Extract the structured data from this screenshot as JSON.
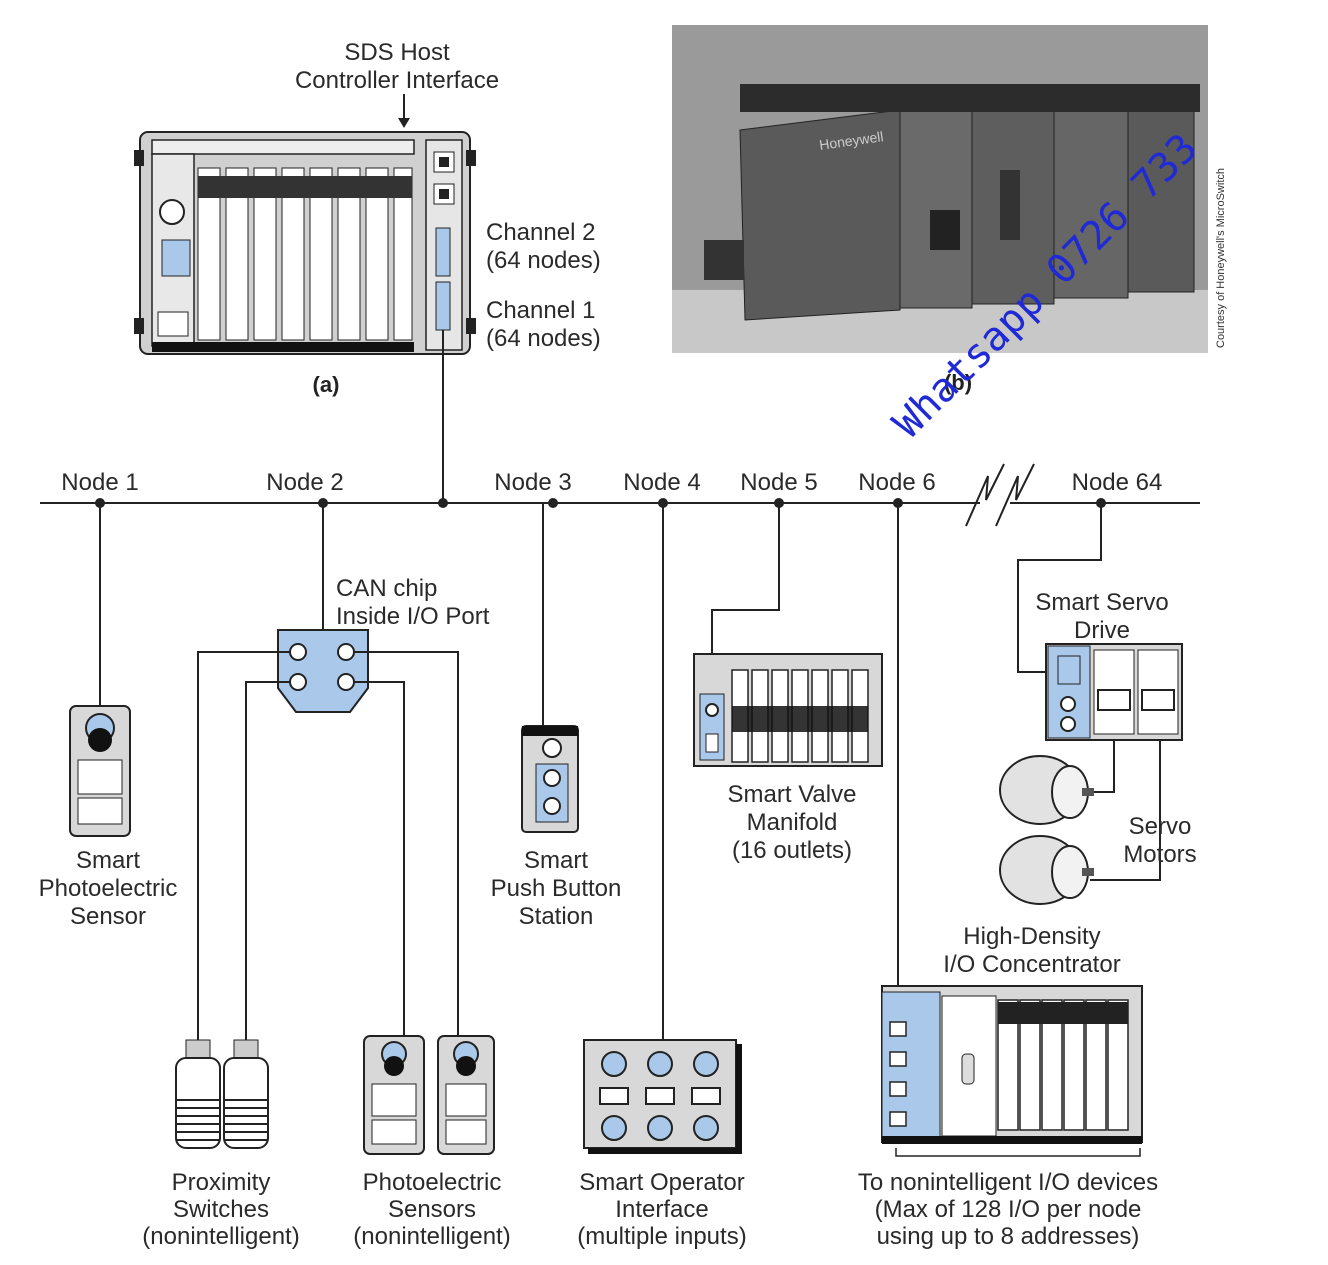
{
  "controller": {
    "title_line1": "SDS Host",
    "title_line2": "Controller Interface",
    "channel2_line1": "Channel 2",
    "channel2_line2": "(64 nodes)",
    "channel1_line1": "Channel 1",
    "channel1_line2": "(64 nodes)",
    "caption": "(a)"
  },
  "photo": {
    "caption": "(b)",
    "credit": "Courtesy of Honeywell's MicroSwitch",
    "brand": "Honeywell"
  },
  "watermark": "Whatsapp 0726 733",
  "nodes": [
    "Node 1",
    "Node 2",
    "Node 3",
    "Node 4",
    "Node 5",
    "Node 6",
    "Node 64"
  ],
  "can_chip": {
    "line1": "CAN chip",
    "line2": "Inside I/O Port"
  },
  "devices": {
    "photoelectric_sensor": [
      "Smart",
      "Photoelectric",
      "Sensor"
    ],
    "push_button": [
      "Smart",
      "Push Button",
      "Station"
    ],
    "valve_manifold": [
      "Smart Valve",
      "Manifold",
      "(16 outlets)"
    ],
    "servo_drive": [
      "Smart Servo",
      "Drive"
    ],
    "servo_motors": [
      "Servo",
      "Motors"
    ],
    "concentrator": [
      "High-Density",
      "I/O Concentrator"
    ],
    "proximity": [
      "Proximity",
      "Switches",
      "(nonintelligent)"
    ],
    "photo_sensors": [
      "Photoelectric",
      "Sensors",
      "(nonintelligent)"
    ],
    "operator_interface": [
      "Smart Operator",
      "Interface",
      "(multiple inputs)"
    ],
    "nonintelligent_io": [
      "To nonintelligent I/O devices",
      "(Max of 128 I/O per node",
      "using up to 8 addresses)"
    ]
  },
  "colors": {
    "device_blue": "#aac8ea",
    "panel_gray": "#d8d8d8",
    "line": "#222222",
    "watermark": "#1f2ad6"
  }
}
